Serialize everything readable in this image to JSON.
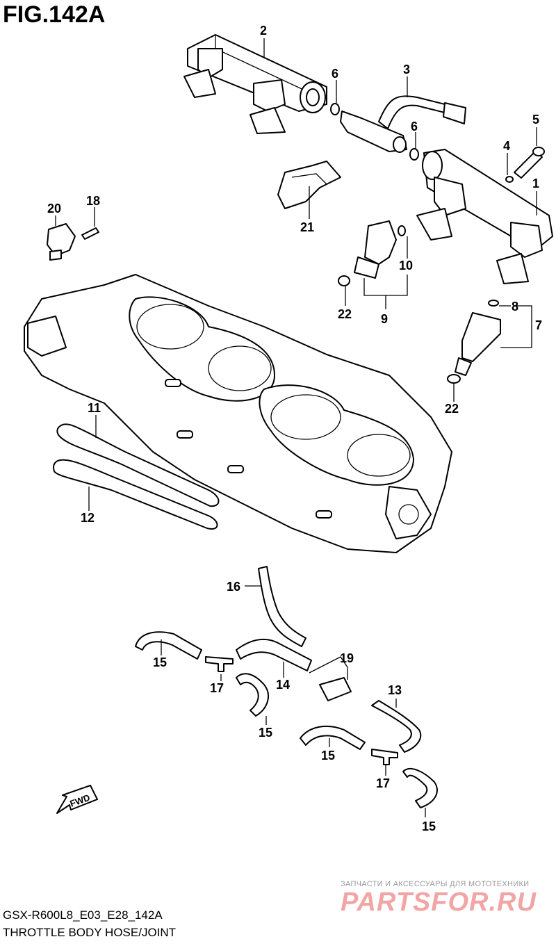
{
  "figure": {
    "title": "FIG.142A",
    "code": "GSX-R600L8_E03_E28_142A",
    "name": "THROTTLE BODY HOSE/JOINT",
    "fwd_label": "FWD"
  },
  "callouts": {
    "c1": "1",
    "c2": "2",
    "c3": "3",
    "c4": "4",
    "c5": "5",
    "c6a": "6",
    "c6b": "6",
    "c7": "7",
    "c8": "8",
    "c9": "9",
    "c10": "10",
    "c11": "11",
    "c12": "12",
    "c13": "13",
    "c14": "14",
    "c15a": "15",
    "c15b": "15",
    "c15c": "15",
    "c15d": "15",
    "c16": "16",
    "c17a": "17",
    "c17b": "17",
    "c18": "18",
    "c19": "19",
    "c20": "20",
    "c21": "21",
    "c22a": "22",
    "c22b": "22"
  },
  "watermark": {
    "tagline": "ЗАПЧАСТИ И АКСЕССУАРЫ ДЛЯ МОТОТЕХНИКИ",
    "logo": "PARTSFOR.RU"
  }
}
